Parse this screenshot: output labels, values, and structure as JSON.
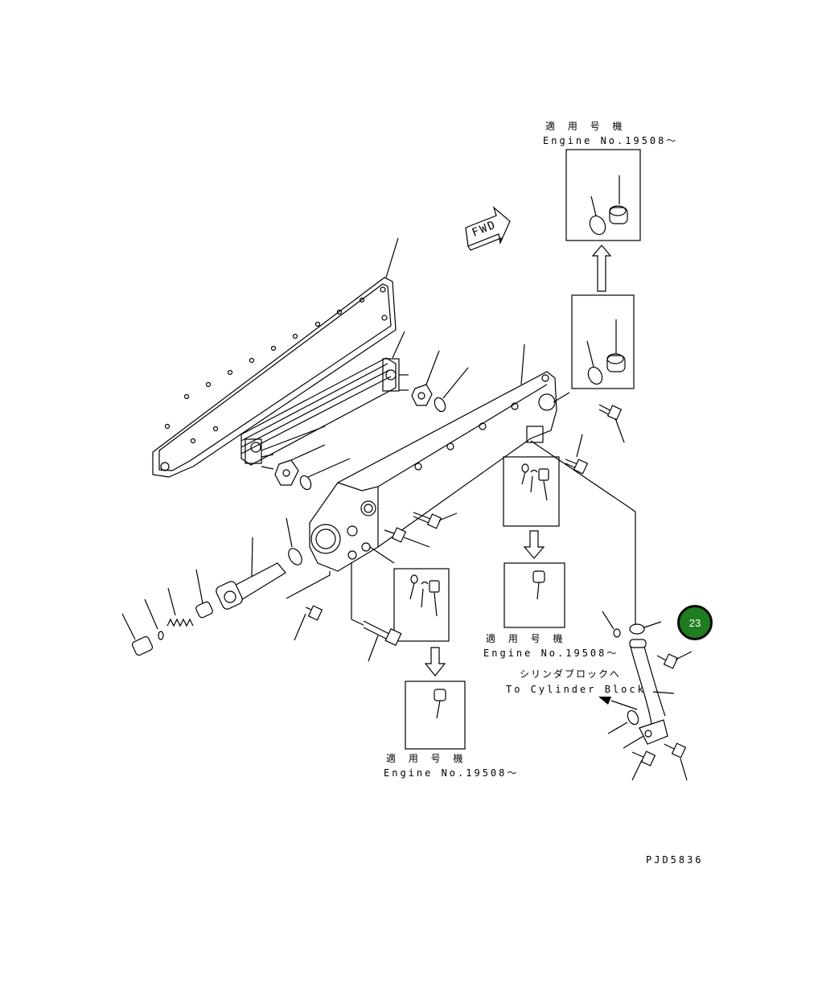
{
  "annotations": {
    "top_jp": "適 用 号 機",
    "top_en": "Engine No.19508～",
    "mid_jp": "適 用 号 機",
    "mid_en": "Engine No.19508～",
    "bot_jp": "適 用 号 機",
    "bot_en": "Engine No.19508～",
    "cyl_jp": "シリンダブロックへ",
    "cyl_en": "To Cylinder Block",
    "fwd": "FWD",
    "drawing_no": "PJD5836"
  },
  "callout": {
    "number": "23",
    "color": "#1f7d1f"
  }
}
